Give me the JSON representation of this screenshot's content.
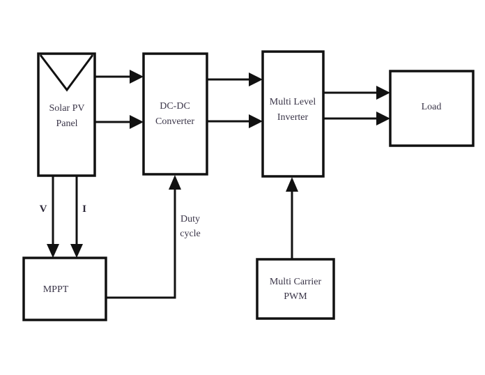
{
  "diagram": {
    "type": "block-diagram",
    "title": "",
    "blocks": {
      "pv_panel": {
        "line1": "Solar PV",
        "line2": "Panel"
      },
      "dcdc": {
        "line1": "DC-DC",
        "line2": "Converter"
      },
      "inverter": {
        "line1": "Multi Level",
        "line2": "Inverter"
      },
      "load": {
        "line1": "Load"
      },
      "mppt": {
        "line1": "MPPT"
      },
      "pwm": {
        "line1": "Multi Carrier",
        "line2": "PWM"
      }
    },
    "signals": {
      "voltage": "V",
      "current": "I",
      "duty_line1": "Duty",
      "duty_line2": "cycle"
    },
    "connections": [
      {
        "from": "Solar PV Panel",
        "to": "DC-DC Converter",
        "count": 2
      },
      {
        "from": "DC-DC Converter",
        "to": "Multi Level Inverter",
        "count": 2
      },
      {
        "from": "Multi Level Inverter",
        "to": "Load",
        "count": 2
      },
      {
        "from": "Solar PV Panel",
        "to": "MPPT",
        "label": "V"
      },
      {
        "from": "Solar PV Panel",
        "to": "MPPT",
        "label": "I"
      },
      {
        "from": "MPPT",
        "to": "DC-DC Converter",
        "label": "Duty cycle"
      },
      {
        "from": "Multi Carrier PWM",
        "to": "Multi Level Inverter"
      }
    ],
    "colors": {
      "line": "#111111",
      "text": "#3a3548",
      "background": "#ffffff"
    }
  }
}
